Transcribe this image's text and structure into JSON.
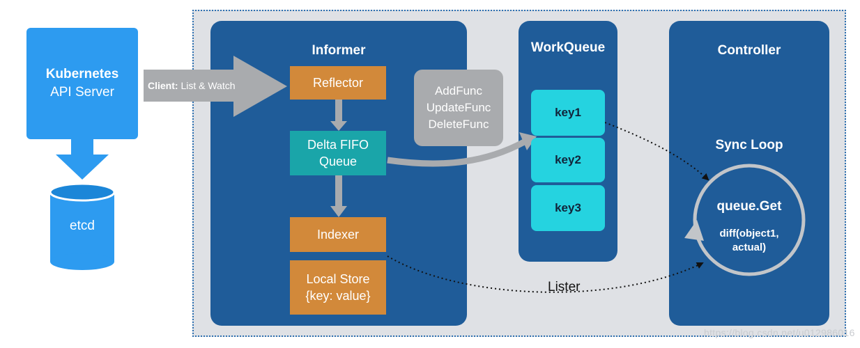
{
  "api_server": {
    "title": "Kubernetes",
    "subtitle": "API Server"
  },
  "etcd": {
    "label": "etcd"
  },
  "client_arrow": {
    "bold_label": "Client:",
    "label": "List & Watch"
  },
  "informer": {
    "title": "Informer",
    "reflector": "Reflector",
    "delta_fifo_line1": "Delta FIFO",
    "delta_fifo_line2": "Queue",
    "indexer": "Indexer",
    "local_store_line1": "Local Store",
    "local_store_line2": "{key: value}"
  },
  "handlers": [
    "AddFunc",
    "UpdateFunc",
    "DeleteFunc"
  ],
  "workqueue": {
    "title": "WorkQueue",
    "keys": [
      "key1",
      "key2",
      "key3"
    ]
  },
  "controller": {
    "title": "Controller",
    "sync_loop": "Sync Loop",
    "queue_get": "queue.Get",
    "diff_line1": "diff(object1,",
    "diff_line2": "actual)"
  },
  "lister_label": "Lister",
  "watermark": "https://blog.csdn.net/u012986016",
  "colors": {
    "api_blue": "#2d9bf0",
    "panel_blue": "#1f5c99",
    "orange": "#d2893a",
    "teal": "#1aa5a9",
    "key_cyan": "#25d3e0",
    "handler_gray": "#a9abae",
    "frame_gray": "#dfe1e5"
  }
}
